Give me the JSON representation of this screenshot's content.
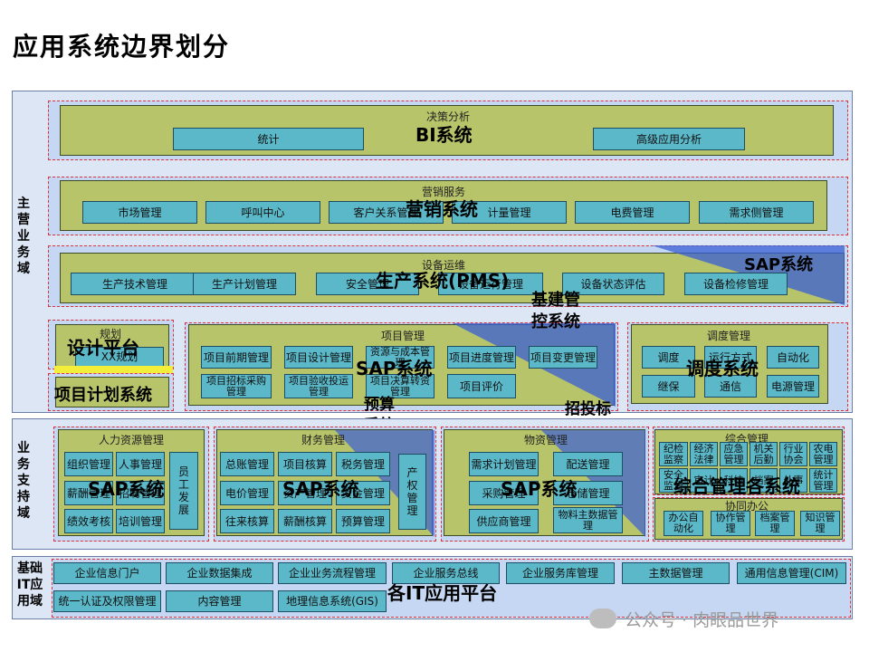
{
  "title": "应用系统边界划分",
  "sections": {
    "main": "主营业务域",
    "support": "业务支持域",
    "base": "基础IT应用域"
  },
  "decision": {
    "caption": "决策分析",
    "system": "BI系统",
    "items": [
      "统计",
      "高级应用分析"
    ]
  },
  "marketing": {
    "caption": "营销服务",
    "system": "营销系统",
    "items": [
      "市场管理",
      "呼叫中心",
      "客户关系管理",
      "计量管理",
      "电费管理",
      "需求侧管理"
    ]
  },
  "equipment": {
    "caption": "设备运维",
    "system": "生产系统(PMS)",
    "sap": "SAP系统",
    "items": [
      "生产技术管理",
      "生产计划管理",
      "安全管理",
      "设备运行管理",
      "设备状态评估",
      "设备检修管理"
    ]
  },
  "planning": {
    "caption": "规划",
    "item": "XX规划",
    "system1": "设计平台",
    "system2": "项目计划系统"
  },
  "project": {
    "caption": "项目管理",
    "system": "SAP系统",
    "overlay1": "基建管控系统",
    "overlay2": "预算系统",
    "overlay3": "招投标系统",
    "items": [
      "项目前期管理",
      "项目设计管理",
      "资源与成本管理",
      "项目进度管理",
      "项目变更管理",
      "项目招标采购管理",
      "项目验收投运管理",
      "项目决算转资管理",
      "项目评价"
    ]
  },
  "dispatch": {
    "caption": "调度管理",
    "system": "调度系统",
    "items": [
      "调度",
      "运行方式",
      "自动化",
      "继保",
      "通信",
      "电源管理"
    ]
  },
  "hr": {
    "caption": "人力资源管理",
    "system": "SAP系统",
    "items": [
      "组织管理",
      "人事管理",
      "薪酬管理",
      "招聘管理",
      "绩效考核",
      "培训管理",
      "员工发展"
    ]
  },
  "finance": {
    "caption": "财务管理",
    "system": "SAP系统",
    "items": [
      "总账管理",
      "项目核算",
      "税务管理",
      "电价管理",
      "资产管理",
      "资金管理",
      "往来核算",
      "薪酬核算",
      "预算管理",
      "产权管理"
    ]
  },
  "material": {
    "caption": "物资管理",
    "system": "SAP系统",
    "items": [
      "需求计划管理",
      "配送管理",
      "采购管理",
      "仓储管理",
      "供应商管理",
      "物料主数据管理"
    ]
  },
  "general": {
    "caption": "综合管理",
    "system": "综合管理各系统",
    "items": [
      "纪检监察",
      "经济法律",
      "应急管理",
      "机关后勤",
      "行业协会",
      "农电管理",
      "安全监督",
      "审计",
      "科技",
      "档案",
      "外事",
      "统计管理"
    ]
  },
  "collab": {
    "caption": "协同办公",
    "items": [
      "办公自动化",
      "协作管理",
      "档案管理",
      "知识管理"
    ]
  },
  "base": {
    "system": "各IT应用平台",
    "row1": [
      "企业信息门户",
      "企业数据集成",
      "企业业务流程管理",
      "企业服务总线",
      "企业服务库管理",
      "主数据管理",
      "通用信息管理(CIM)"
    ],
    "row2": [
      "统一认证及权限管理",
      "内容管理",
      "地理信息系统(GIS)"
    ]
  },
  "watermark": "公众号 · 肉眼品世界",
  "colors": {
    "panel": "#dce6f5",
    "olive": "#b8c46a",
    "box": "#5bb8c8",
    "triangle": "#3a5fd6",
    "dashed": "#e0303a"
  }
}
